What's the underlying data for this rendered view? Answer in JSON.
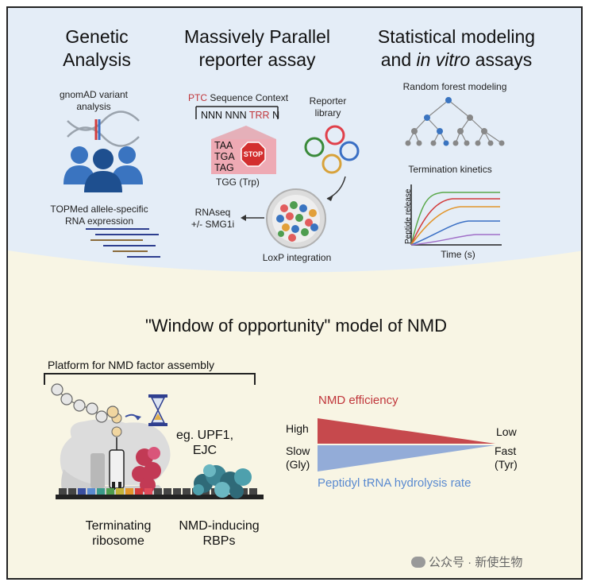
{
  "top_panel": {
    "col1": {
      "title_line1": "Genetic",
      "title_line2": "Analysis",
      "gnomad_line1": "gnomAD variant",
      "gnomad_line2": "analysis",
      "topmed_line1": "TOPMed allele-specific",
      "topmed_line2": "RNA expression"
    },
    "col2": {
      "title_line1": "Massively Parallel",
      "title_line2": "reporter assay",
      "ptc_prefix": "PTC",
      "ptc_suffix": " Sequence Context",
      "seq_prefix": "NNN NNN ",
      "seq_trr": "TRR",
      "seq_suffix": " N",
      "codons": [
        "TAA",
        "TGA",
        "TAG"
      ],
      "stop_sign": "STOP",
      "tgg": "TGG (Trp)",
      "reporter_line1": "Reporter",
      "reporter_line2": "library",
      "rnaseq_line1": "RNAseq",
      "rnaseq_line2": "+/- SMG1i",
      "loxp": "LoxP integration"
    },
    "col3": {
      "title_line1": "Statistical modeling",
      "title_and": "and ",
      "title_italic": "in vitro",
      "title_assays": " assays",
      "rf": "Random forest modeling",
      "kinetics": "Termination kinetics",
      "ylabel": "Peptide release",
      "xlabel": "Time (s)"
    }
  },
  "bottom_panel": {
    "model_title": "\"Window of opportunity\" model of NMD",
    "platform": "Platform for NMD factor assembly",
    "factors_line1": "eg. UPF1,",
    "factors_line2": "EJC",
    "terminating_line1": "Terminating",
    "terminating_line2": "ribosome",
    "rbp_line1": "NMD-inducing",
    "rbp_line2": "RBPs",
    "nmd_efficiency": "NMD efficiency",
    "high": "High",
    "low": "Low",
    "slow_line1": "Slow",
    "slow_line2": "(Gly)",
    "fast_line1": "Fast",
    "fast_line2": "(Tyr)",
    "hydrolysis": "Peptidyl tRNA hydrolysis rate"
  },
  "watermark": "公众号 · 新使生物",
  "colors": {
    "top_bg": "#e4edf7",
    "bottom_bg": "#f8f5e4",
    "red": "#c0363b",
    "blue": "#5a8ad0",
    "efficiency_fill": "#c6494d",
    "hydrolysis_fill": "#93acd8"
  }
}
